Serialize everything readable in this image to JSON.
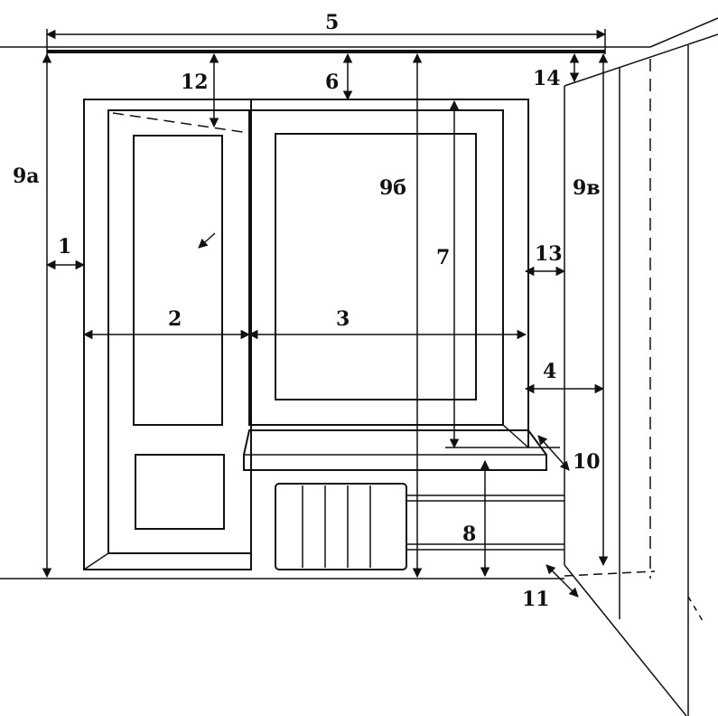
{
  "labels": {
    "d1": "1",
    "d2": "2",
    "d3": "3",
    "d4": "4",
    "d5": "5",
    "d6": "6",
    "d7": "7",
    "d8": "8",
    "d9a": "9а",
    "d9b": "9б",
    "d9v": "9в",
    "d10": "10",
    "d11": "11",
    "d12": "12",
    "d13": "13",
    "d14": "14"
  }
}
